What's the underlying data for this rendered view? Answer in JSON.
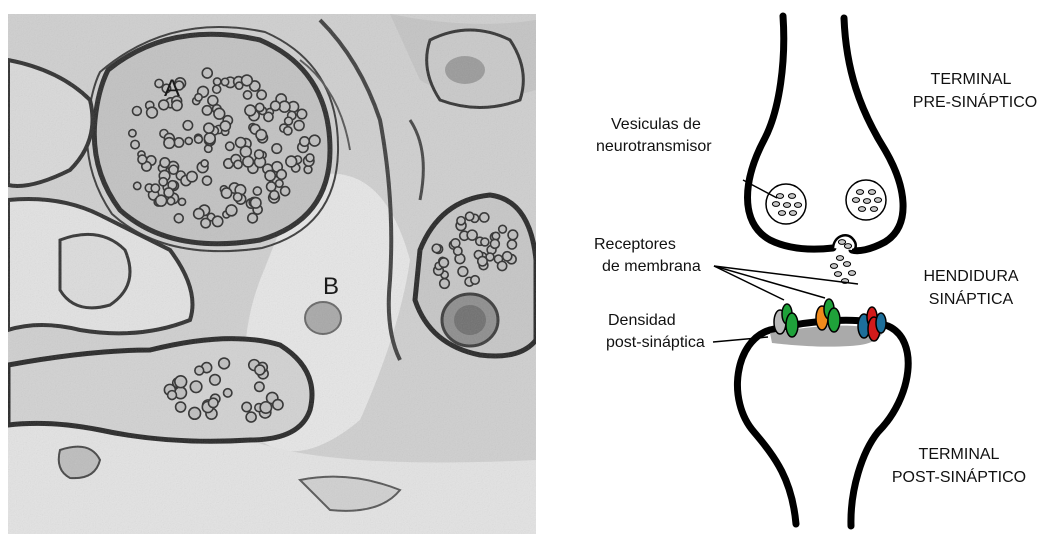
{
  "micrograph": {
    "label_a": "A",
    "label_b": "B"
  },
  "diagram": {
    "vesicles_label": [
      "Vesiculas de",
      "neurotransmisor"
    ],
    "receptors_label": [
      "Receptores",
      "de membrana"
    ],
    "density_label": [
      "Densidad",
      "post-sináptica"
    ],
    "pre_terminal_label": [
      "TERMINAL",
      "PRE-SINÁPTICO"
    ],
    "cleft_label": [
      "HENDIDURA",
      "SINÁPTICA"
    ],
    "post_terminal_label": [
      "TERMINAL",
      "POST-SINÁPTICO"
    ]
  },
  "colors": {
    "membrane": "#000000",
    "receptor_gray": "#b9b9b9",
    "receptor_green": "#1fa23a",
    "receptor_orange": "#f08a1c",
    "receptor_blue": "#1d6f9a",
    "receptor_red": "#d21b1b",
    "density": "#9b9b9b"
  }
}
